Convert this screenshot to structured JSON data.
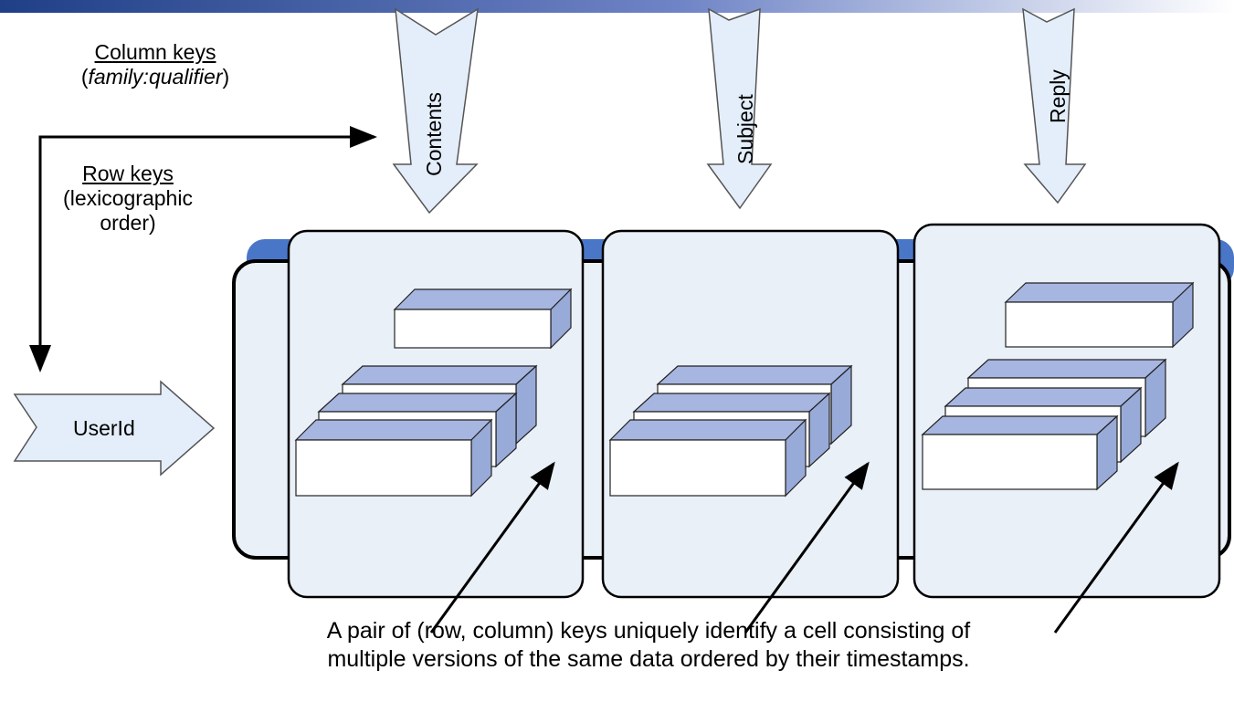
{
  "column_keys": {
    "title": "Column keys",
    "open": "(",
    "family": "family:qualifier",
    "close": ")"
  },
  "row_keys": {
    "title": "Row keys",
    "line1": "(lexicographic",
    "line2": "order)"
  },
  "row_label": "UserId",
  "columns": [
    {
      "label": "Contents"
    },
    {
      "label": "Subject"
    },
    {
      "label": "Reply"
    }
  ],
  "caption": {
    "line1": "A pair of (row, column) keys uniquely identify a cell consisting of",
    "line2": "multiple versions of the same data ordered by their timestamps."
  },
  "colors": {
    "table_blue": "#4a76c8",
    "panel_fill": "#eaf0f8",
    "box_top": "#a7b6e0",
    "box_side": "#98aad8",
    "arrow_fill": "#e4eefa"
  }
}
